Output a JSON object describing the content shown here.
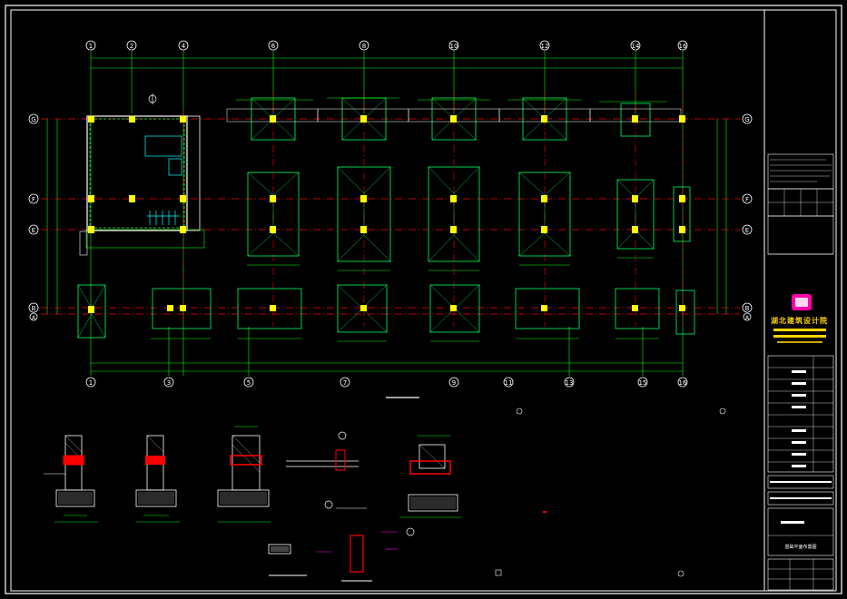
{
  "drawing": {
    "background": "#000000",
    "colors": {
      "frame": "#ffffff",
      "grid_line": "#ff0000",
      "dimension": "#00ff00",
      "footing": "#00ff66",
      "column": "#ffff00",
      "wall": "#ffffff",
      "rebar": "#ff0000",
      "leader": "#ff00ff",
      "pipe": "#00ffff"
    },
    "axes": {
      "top": [
        "1",
        "2",
        "4",
        "6",
        "8",
        "10",
        "12",
        "14",
        "16"
      ],
      "bottom": [
        "1",
        "3",
        "5",
        "7",
        "9",
        "11",
        "13",
        "15",
        "16"
      ],
      "left": [
        "G",
        "F",
        "E",
        "B",
        "A"
      ],
      "right": [
        "G",
        "F",
        "E",
        "B",
        "A"
      ]
    },
    "title_block": {
      "firm_logo": "design-firm-logo",
      "firm_name_chars": [
        "湖",
        "北",
        "建",
        "筑",
        "设",
        "计",
        "院"
      ],
      "sheet_label": "基础平面布置图"
    }
  }
}
